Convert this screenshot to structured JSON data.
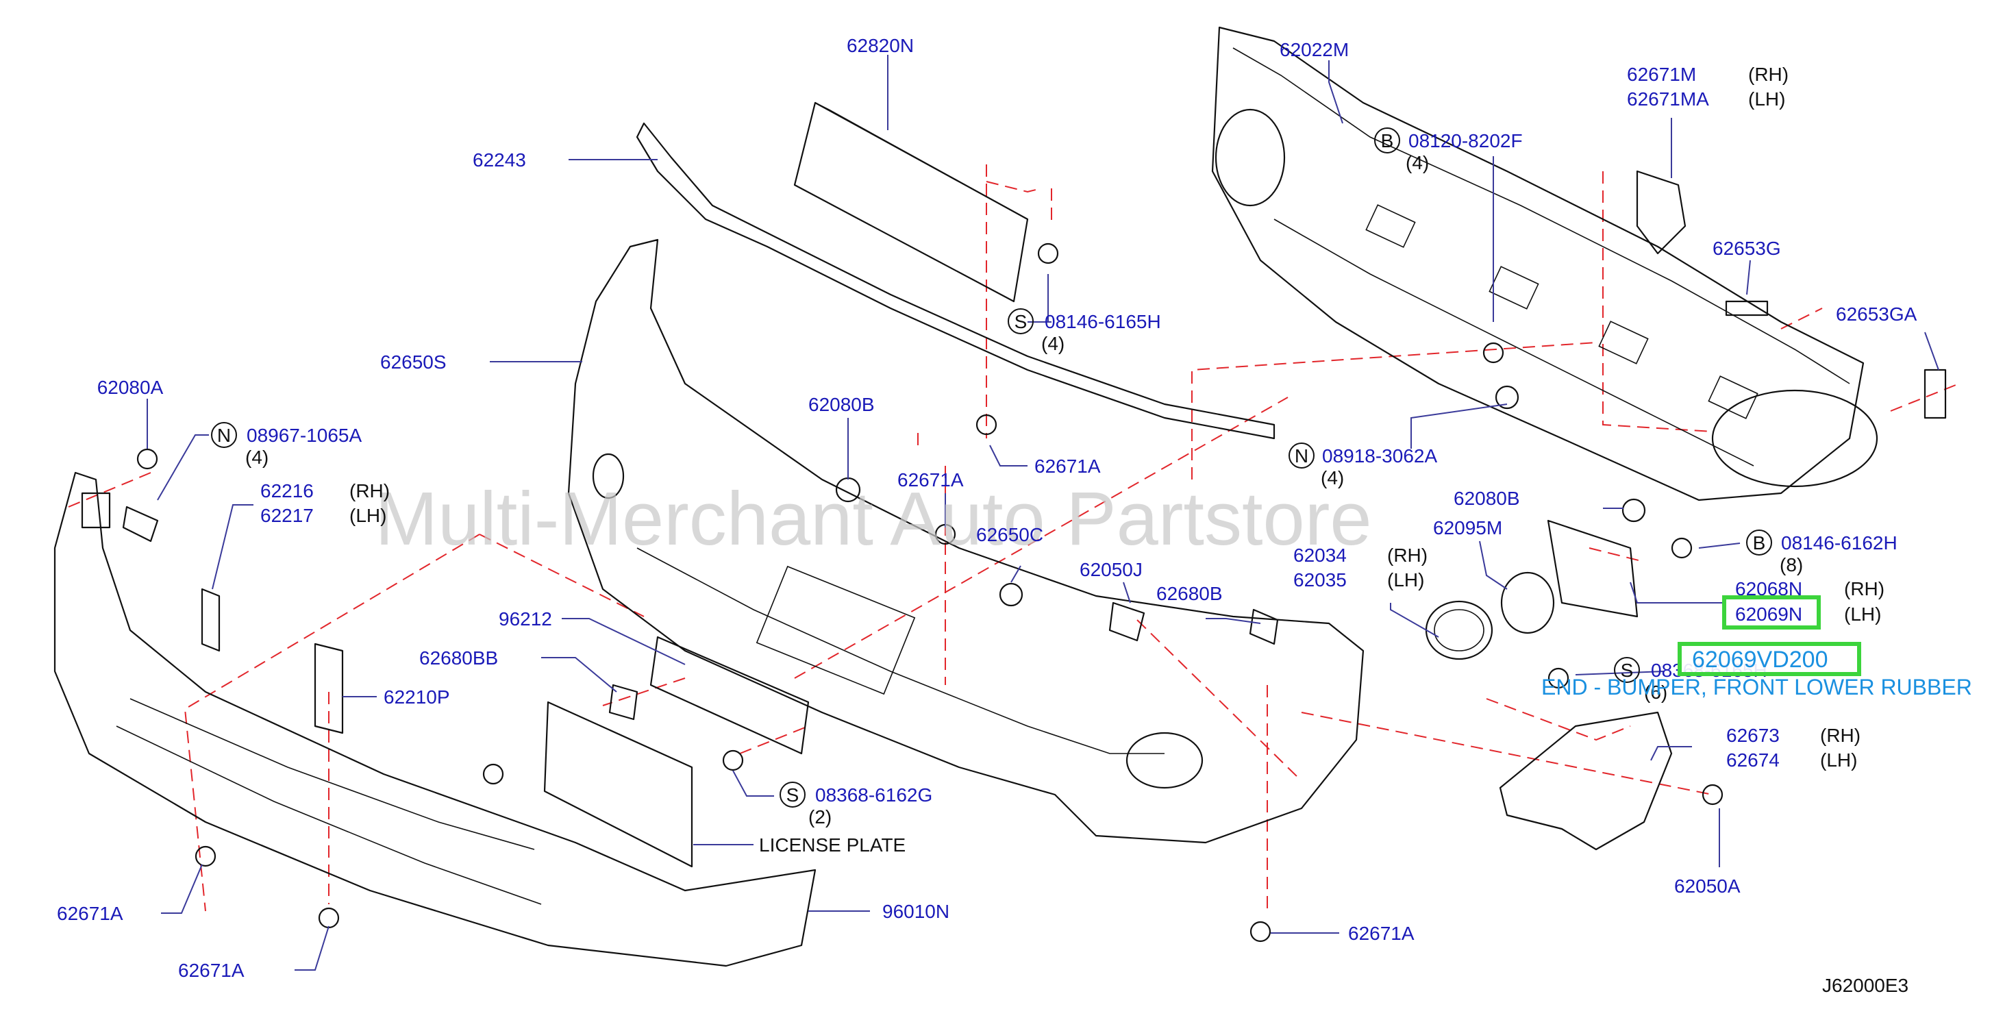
{
  "watermark": "Multi-Merchant Auto Partstore",
  "diagram_code": "J62000E3",
  "highlight": {
    "part_number": "62069VD200",
    "description": "END - BUMPER, FRONT LOWER RUBBER",
    "accent_color": "#3cd43c"
  },
  "colors": {
    "label": "#1a1ab8",
    "leader": "#3a3a9a",
    "dashed_guide": "#e2262b",
    "linework": "#111111",
    "watermark": "#c8c8c8"
  },
  "labels": {
    "p62820N": "62820N",
    "p62243": "62243",
    "p62650S": "62650S",
    "p62080A": "62080A",
    "p08967": "08967-1065A",
    "p62216": "62216",
    "p62217": "62217",
    "p08146_6165H": "08146-6165H",
    "p62671A_top": "62671A",
    "p62080B_mid": "62080B",
    "p62671A_mid": "62671A",
    "p62650C": "62650C",
    "p62050J": "62050J",
    "p62680B": "62680B",
    "p96212": "96212",
    "p62680BB": "62680BB",
    "p62210P": "62210P",
    "p08368_6162G": "08368-6162G",
    "p62671A_left": "62671A",
    "p62671A_bottom": "62671A",
    "p96010N": "96010N",
    "p62671A_right": "62671A",
    "p62022M": "62022M",
    "p08120": "08120-8202F",
    "p62671M": "62671M",
    "p62671MA": "62671MA",
    "p62653G": "62653G",
    "p62653GA": "62653GA",
    "p08918": "08918-3062A",
    "p62080B_right": "62080B",
    "p62095M": "62095M",
    "p62034": "62034",
    "p62035": "62035",
    "p08146_6162H": "08146-6162H",
    "p62068N": "62068N",
    "p62069N": "62069N",
    "p08368_6165H": "08368-6165H",
    "p62673": "62673",
    "p62674": "62674",
    "p62050A": "62050A"
  },
  "notes": {
    "rh": "(RH)",
    "lh": "(LH)",
    "qty4": "(4)",
    "qty2": "(2)",
    "qty8": "(8)",
    "qty6": "(6)",
    "license_plate": "LICENSE   PLATE",
    "prefix_s": "S",
    "prefix_n": "N",
    "prefix_b": "B"
  }
}
